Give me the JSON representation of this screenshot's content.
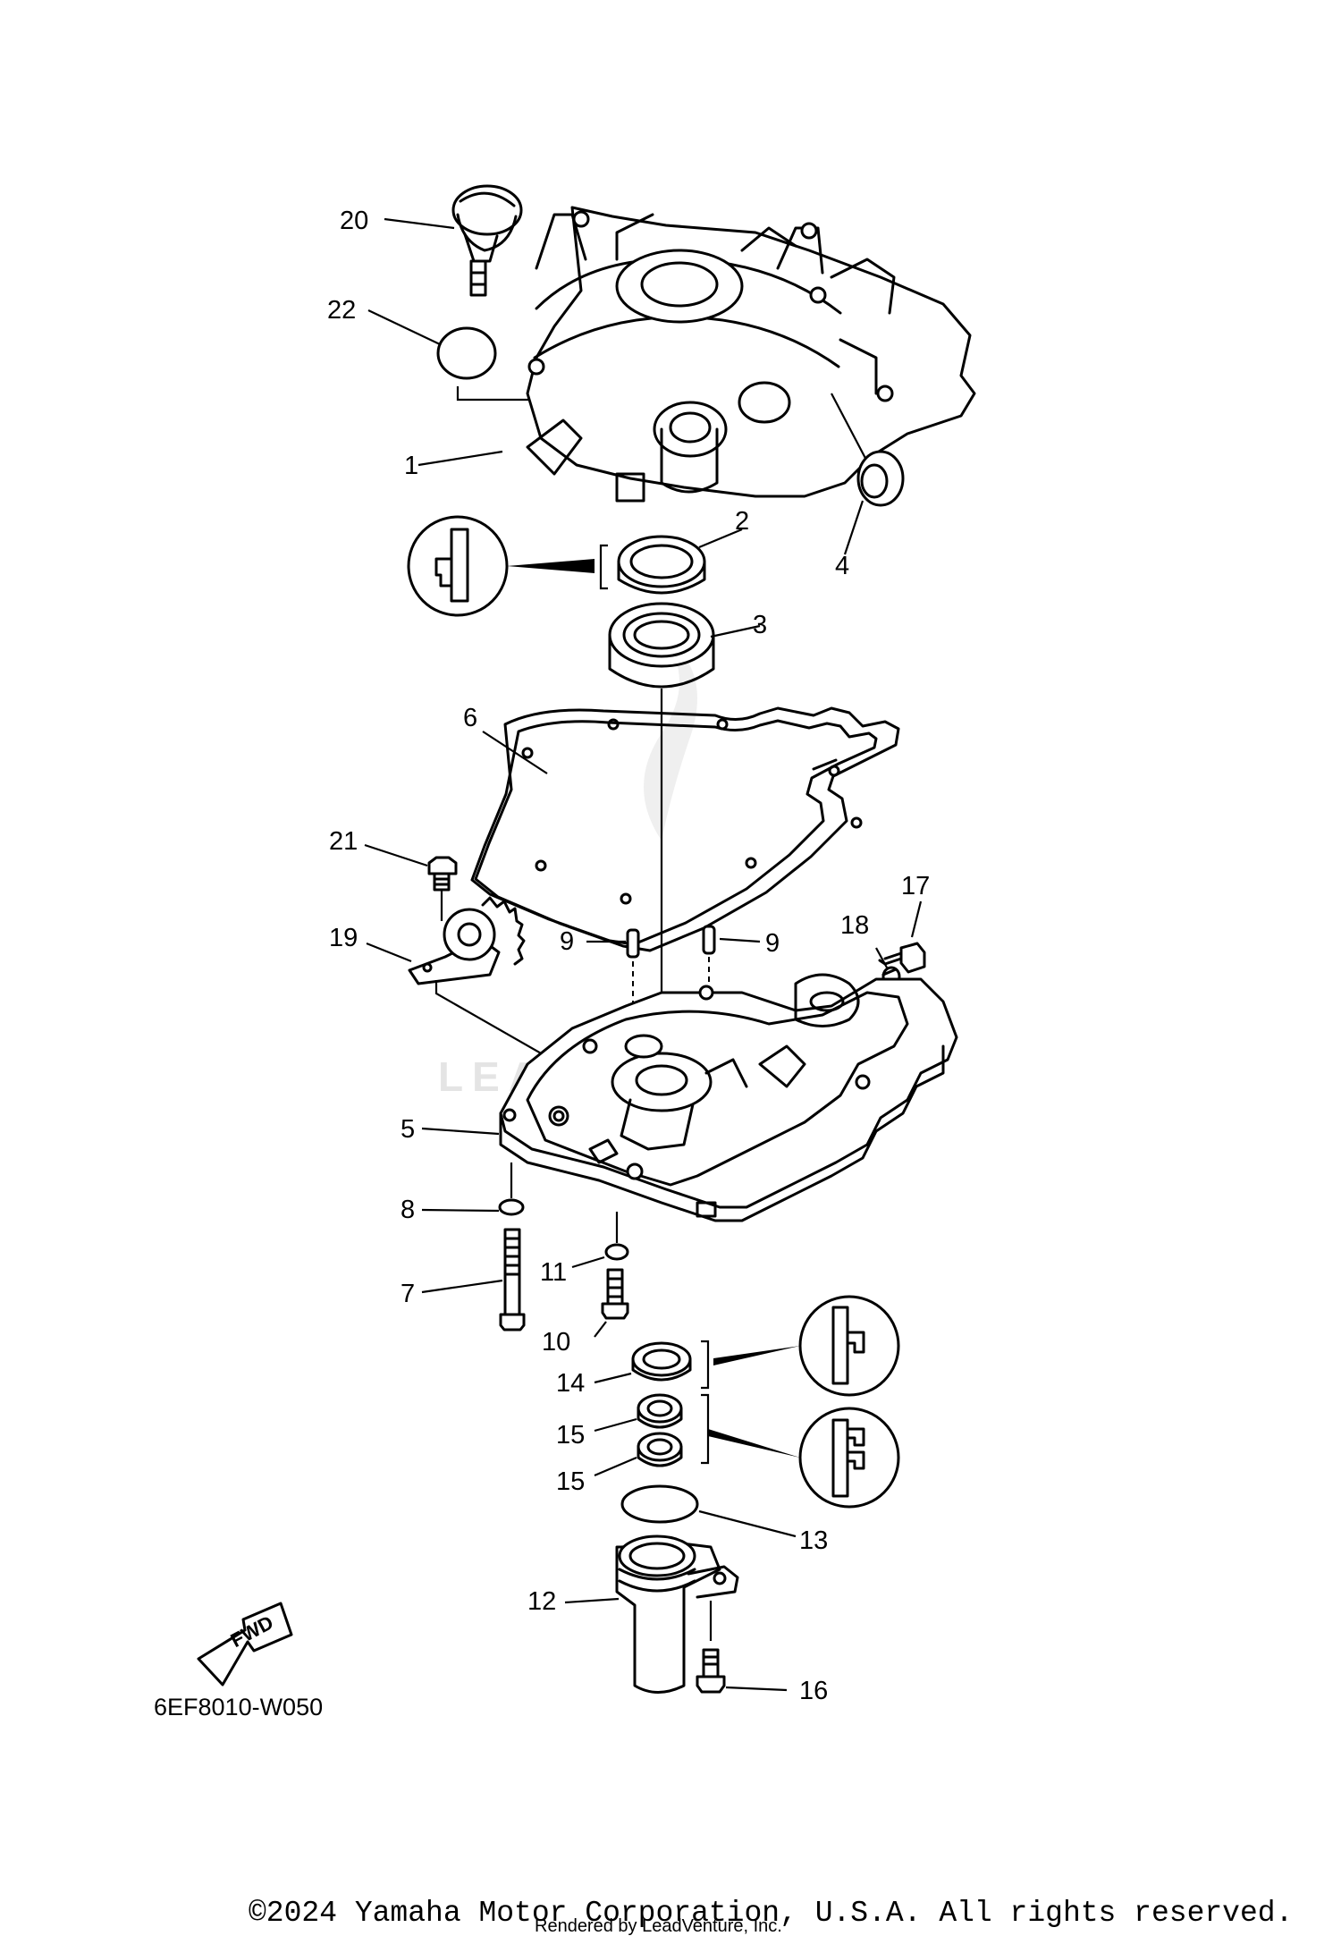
{
  "diagram": {
    "part_numbers": [
      "1",
      "2",
      "3",
      "4",
      "5",
      "6",
      "7",
      "8",
      "9",
      "9",
      "10",
      "11",
      "12",
      "13",
      "14",
      "15",
      "15",
      "16",
      "17",
      "18",
      "19",
      "20",
      "21",
      "22"
    ],
    "fwd_label": "FWD",
    "drawing_code": "6EF8010-W050",
    "watermark": "LEADVENTURE"
  },
  "footer": {
    "copyright": "©2024 Yamaha Motor Corporation, U.S.A. All rights reserved.",
    "rendered_by": "Rendered by LeadVenture, Inc."
  }
}
